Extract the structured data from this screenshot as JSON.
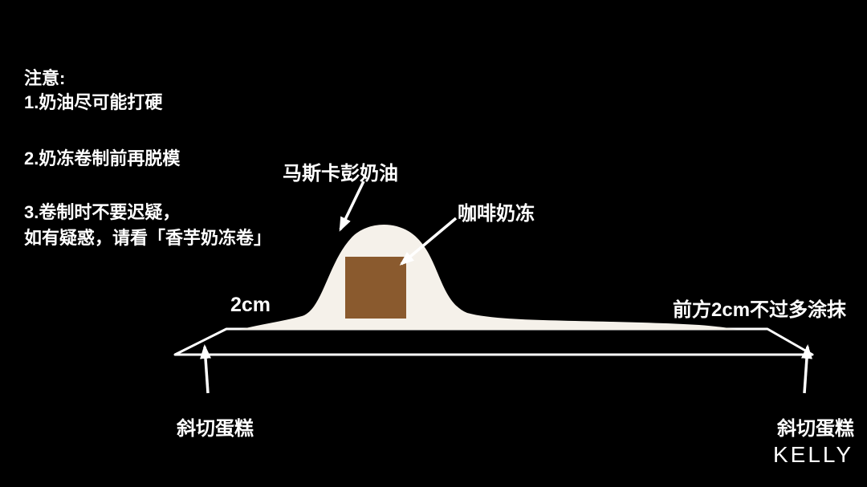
{
  "notes": {
    "heading": "注意:",
    "items": [
      "1.奶油尽可能打硬",
      "2.奶冻卷制前再脱模",
      "3.卷制时不要迟疑，",
      "如有疑惑，请看「香芋奶冻卷」"
    ]
  },
  "labels": {
    "mascarpone_cream": "马斯卡彭奶油",
    "coffee_jelly": "咖啡奶冻",
    "left_margin": "2cm",
    "right_margin_note": "前方2cm不过多涂抹",
    "cut_cake_left": "斜切蛋糕",
    "cut_cake_right": "斜切蛋糕"
  },
  "watermark": "KELLY",
  "colors": {
    "background": "#000000",
    "text": "#ffffff",
    "outline": "#ffffff",
    "cream": "#f5f1ea",
    "jelly": "#8a5a2e",
    "arrow": "#ffffff"
  }
}
